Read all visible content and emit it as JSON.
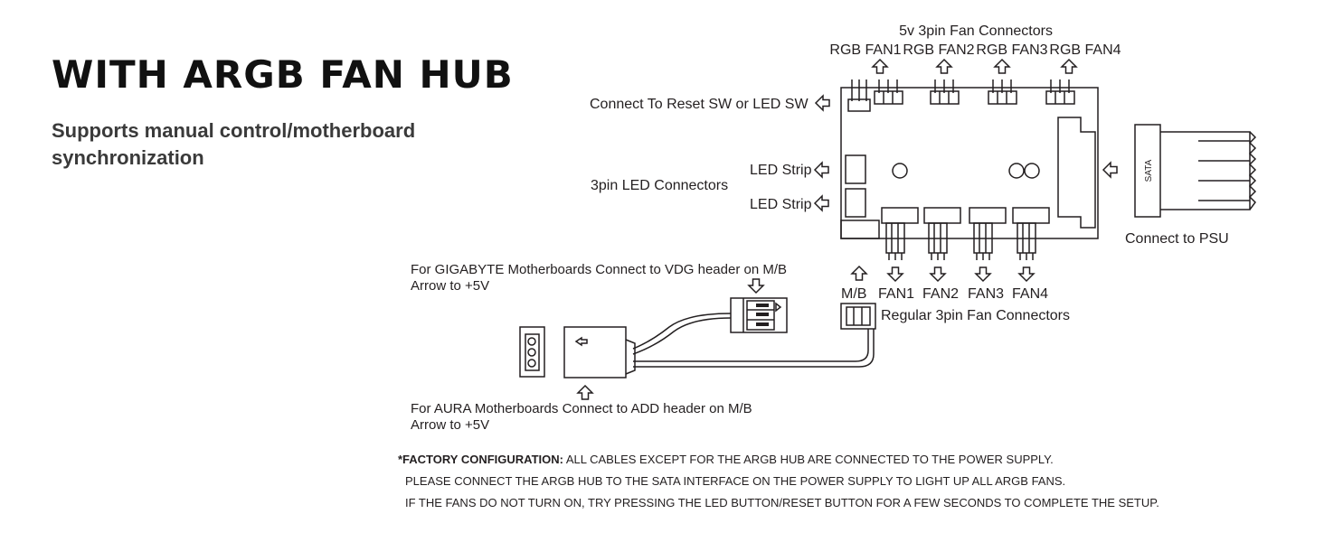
{
  "header": {
    "title": "WITH ARGB FAN HUB",
    "subtitle": "Supports manual control/motherboard synchronization"
  },
  "diagram": {
    "top_group_label": "5v 3pin Fan Connectors",
    "rgb_fans": [
      "RGB FAN1",
      "RGB FAN2",
      "RGB FAN3",
      "RGB FAN4"
    ],
    "reset_label": "Connect To Reset SW or LED SW",
    "led_connectors_label": "3pin LED Connectors",
    "led_strips": [
      "LED Strip",
      "LED Strip"
    ],
    "sata_label": "SATA",
    "psu_label": "Connect to PSU",
    "mb_label": "M/B",
    "fans": [
      "FAN1",
      "FAN2",
      "FAN3",
      "FAN4"
    ],
    "regular_label": "Regular 3pin Fan Connectors",
    "gigabyte_line1": "For GIGABYTE Motherboards Connect to VDG header on M/B",
    "gigabyte_line2": "Arrow to +5V",
    "aura_line1": "For AURA Motherboards Connect to ADD header on M/B",
    "aura_line2": "Arrow to +5V"
  },
  "notes": {
    "prefix": "*FACTORY CONFIGURATION:",
    "line1_rest": " ALL CABLES EXCEPT FOR THE ARGB HUB ARE CONNECTED TO THE POWER SUPPLY.",
    "line2": "PLEASE CONNECT THE ARGB HUB TO THE SATA INTERFACE ON THE POWER SUPPLY TO LIGHT UP ALL ARGB FANS.",
    "line3": "IF THE FANS DO NOT TURN ON, TRY PRESSING THE LED BUTTON/RESET BUTTON FOR A FEW SECONDS TO COMPLETE THE SETUP."
  }
}
